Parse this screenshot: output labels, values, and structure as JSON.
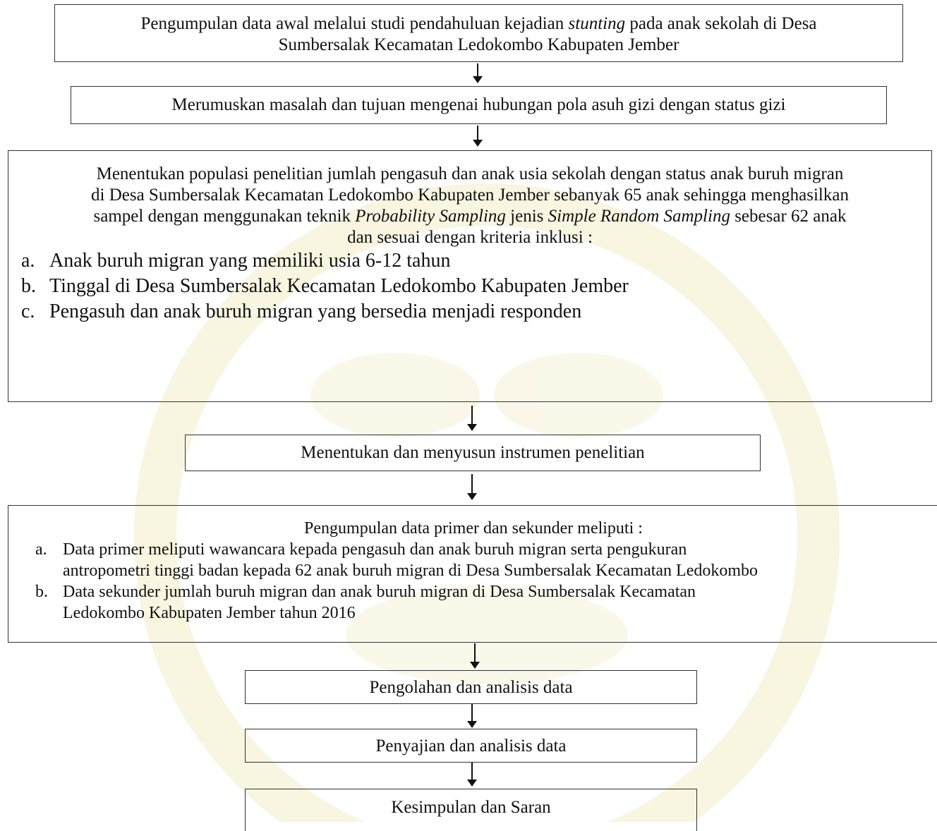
{
  "flowchart": {
    "step1": {
      "text_before": "Pengumpulan data awal melalui studi pendahuluan kejadian ",
      "text_italic": "stunting",
      "text_after": " pada anak sekolah di Desa",
      "line2": "Sumbersalak Kecamatan Ledokombo Kabupaten Jember"
    },
    "step2": {
      "text": "Merumuskan masalah dan tujuan mengenai hubungan pola asuh gizi dengan status gizi"
    },
    "step3": {
      "line1": "Menentukan populasi penelitian  jumlah pengasuh dan anak usia sekolah dengan status anak buruh migran",
      "line2": "di Desa Sumbersalak Kecamatan Ledokombo Kabupaten Jember sebanyak 65 anak sehingga menghasilkan",
      "line3_a": "sampel dengan menggunakan teknik ",
      "line3_b": "Probability Sampling",
      "line3_c": " jenis ",
      "line3_d": "Simple Random Sampling",
      "line3_e": " sebesar 62 anak",
      "line4": "dan sesuai dengan kriteria inklusi :",
      "criteria": [
        {
          "marker": "a.",
          "text": "Anak buruh migran yang memiliki usia 6-12 tahun"
        },
        {
          "marker": "b.",
          "text": "Tinggal di Desa Sumbersalak Kecamatan Ledokombo Kabupaten Jember"
        },
        {
          "marker": "c.",
          "text": "Pengasuh dan anak buruh migran yang bersedia menjadi responden"
        }
      ]
    },
    "step4": {
      "text": "Menentukan dan menyusun instrumen penelitian"
    },
    "step5": {
      "heading": "Pengumpulan data primer dan sekunder meliputi :",
      "items": [
        {
          "marker": "a.",
          "line1": "Data primer meliputi wawancara kepada pengasuh dan anak buruh migran serta pengukuran",
          "line2": "antropometri tinggi badan kepada 62 anak buruh migran di Desa Sumbersalak Kecamatan Ledokombo"
        },
        {
          "marker": "b.",
          "line1": "Data sekunder jumlah buruh migran dan anak buruh migran di Desa Sumbersalak Kecamatan",
          "line2": "Ledokombo Kabupaten Jember tahun 2016"
        }
      ]
    },
    "step6": {
      "text": "Pengolahan dan analisis data"
    },
    "step7": {
      "text": "Penyajian dan analisis data"
    },
    "step8": {
      "text": "Kesimpulan dan Saran"
    }
  },
  "colors": {
    "border": "#333333",
    "text": "#111111",
    "watermark": "#f3ecc6"
  }
}
